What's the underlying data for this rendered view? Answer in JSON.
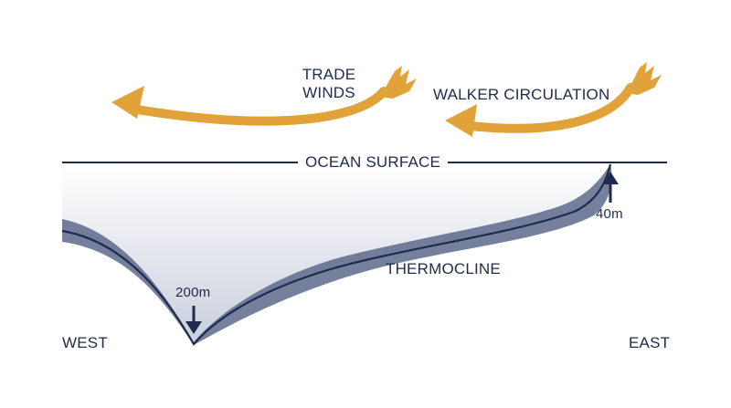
{
  "labels": {
    "trade_winds_line1": "TRADE",
    "trade_winds_line2": "WINDS",
    "walker_circulation": "WALKER CIRCULATION",
    "ocean_surface": "OCEAN SURFACE",
    "thermocline": "THERMOCLINE",
    "west": "WEST",
    "east": "EAST",
    "depth_west": "200m",
    "depth_east": "40m"
  },
  "colors": {
    "wind_arrow": "#e2a23a",
    "ink": "#1f2a4d",
    "thermocline_band": "#5d6a8c",
    "water_shade": "#c9cfdc"
  },
  "icons": [
    "wind-arrow",
    "up-arrow",
    "down-arrow"
  ]
}
